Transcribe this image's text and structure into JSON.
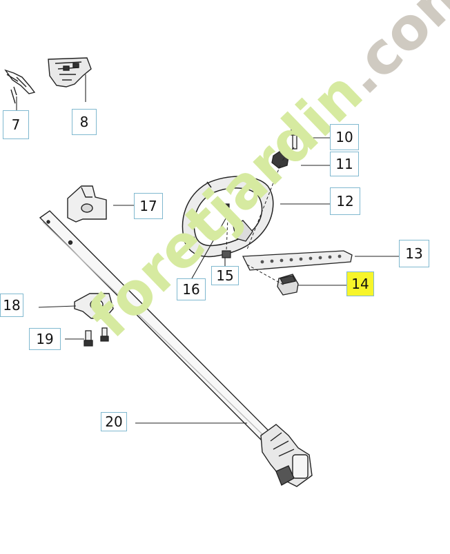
{
  "callouts": {
    "c7": "7",
    "c8": "8",
    "c10": "10",
    "c11": "11",
    "c12": "12",
    "c13": "13",
    "c14": "14",
    "c15": "15",
    "c16": "16",
    "c17": "17",
    "c18": "18",
    "c19": "19",
    "c20": "20"
  },
  "highlighted_part": "14",
  "colors": {
    "callout_border": "#7fb8cf",
    "highlight": "#f7f52a",
    "watermark_green": "#d6eaa0",
    "watermark_grey": "#cfcac1"
  },
  "watermark": {
    "part1": "foretjardin",
    "part2": ".com"
  }
}
